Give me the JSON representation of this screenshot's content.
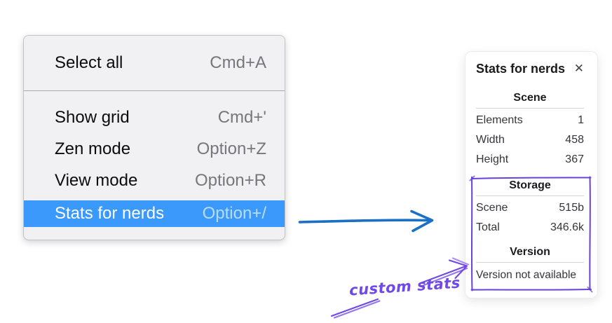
{
  "menu": {
    "highlight_color": "#3b99fc",
    "sections": [
      {
        "items": [
          {
            "label": "Select all",
            "shortcut": "Cmd+A",
            "highlighted": false
          }
        ]
      },
      {
        "items": [
          {
            "label": "Show grid",
            "shortcut": "Cmd+'",
            "highlighted": false
          },
          {
            "label": "Zen mode",
            "shortcut": "Option+Z",
            "highlighted": false
          },
          {
            "label": "View mode",
            "shortcut": "Option+R",
            "highlighted": false
          },
          {
            "label": "Stats for nerds",
            "shortcut": "Option+/",
            "highlighted": true
          }
        ]
      }
    ]
  },
  "stats_panel": {
    "title": "Stats for nerds",
    "close_glyph": "✕",
    "sections": [
      {
        "header": "Scene",
        "rows": [
          {
            "label": "Elements",
            "value": "1"
          },
          {
            "label": "Width",
            "value": "458"
          },
          {
            "label": "Height",
            "value": "367"
          }
        ]
      },
      {
        "header": "Storage",
        "rows": [
          {
            "label": "Scene",
            "value": "515b"
          },
          {
            "label": "Total",
            "value": "346.6k"
          }
        ]
      },
      {
        "header": "Version",
        "rows": [],
        "note": "Version not available"
      }
    ]
  },
  "annotations": {
    "custom_stats_label": "custom stats",
    "flow_arrow_color": "#1a70c4",
    "violet_color": "#6741d9",
    "icons": {
      "close_icon": "✕",
      "flow_arrow": "right-arrow",
      "annotation_arrow": "up-right-arrow"
    }
  }
}
